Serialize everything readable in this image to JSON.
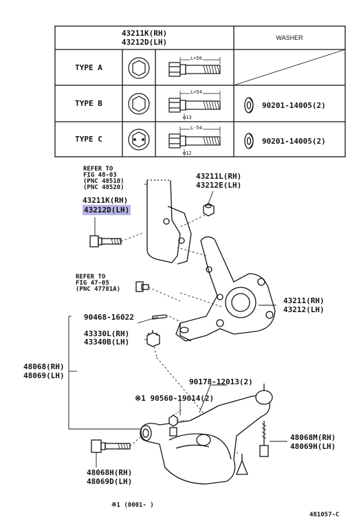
{
  "table": {
    "header_part_rh": "43211K(RH)",
    "header_part_lh": "43212D(LH)",
    "header_washer": "WASHER",
    "rows": [
      {
        "type": "TYPE A",
        "length": "L=50",
        "dia": "",
        "washer": ""
      },
      {
        "type": "TYPE B",
        "length": "L=54",
        "dia": "φ13",
        "washer": "90201-14005(2)"
      },
      {
        "type": "TYPE C",
        "length": "L-54",
        "dia": "φ12",
        "washer": "90201-14005(2)"
      }
    ]
  },
  "callouts": {
    "refer_48_l1": "REFER TO",
    "refer_48_l2": "FIG 48-03",
    "refer_48_l3": "(PNC 48510)",
    "refer_48_l4": "(PNC 48520)",
    "bolt_rh": "43211K(RH)",
    "bolt_lh": "43212D(LH)",
    "nut_rh": "43211L(RH)",
    "nut_lh": "43212E(LH)",
    "refer_47_l1": "REFER TO",
    "refer_47_l2": "FIG 47-05",
    "refer_47_l3": "(PNC 47781A)",
    "knuckle_rh": "43211(RH)",
    "knuckle_lh": "43212(LH)",
    "cotter_pin": "90468-16022",
    "castle_nut_rh": "43330L(RH)",
    "castle_nut_lh": "43340B(LH)",
    "arm_rh": "48068(RH)",
    "arm_lh": "48069(LH)",
    "nuts_pair": "90178-12013(2)",
    "bolt_pair": "※1 90560-19014(2)",
    "bushing_rh": "48068M(RH)",
    "bushing_lh": "48069H(LH)",
    "front_bush_rh": "48068H(RH)",
    "front_bush_lh": "48069D(LH)",
    "footnote": "※1 (0001-   )",
    "figure_code": "481057-C"
  },
  "colors": {
    "highlight": "#b7b3e6",
    "ink": "#111111"
  }
}
